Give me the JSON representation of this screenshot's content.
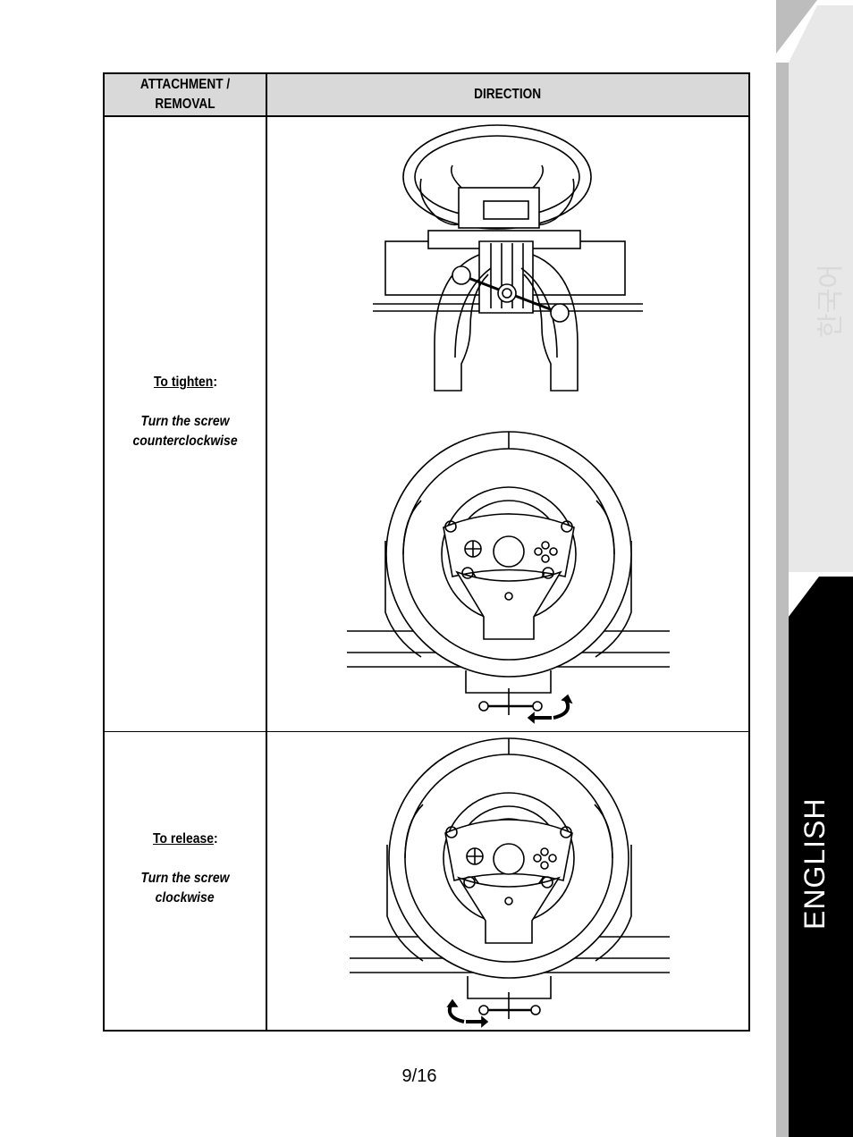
{
  "table": {
    "header_col1": "ATTACHMENT / REMOVAL",
    "header_col2": "DIRECTION",
    "rows": [
      {
        "heading": "To tighten",
        "instruction_line1": "Turn the screw",
        "instruction_line2": "counterclockwise"
      },
      {
        "heading": "To release",
        "instruction_line1": "Turn the screw",
        "instruction_line2": "clockwise"
      }
    ]
  },
  "page_number": "9/16",
  "side_tabs": {
    "active_language": "ENGLISH",
    "other_language": "한국어"
  },
  "colors": {
    "header_bg": "#d9d9d9",
    "tab_black": "#000000",
    "tab_gray": "#e6e6e6"
  }
}
